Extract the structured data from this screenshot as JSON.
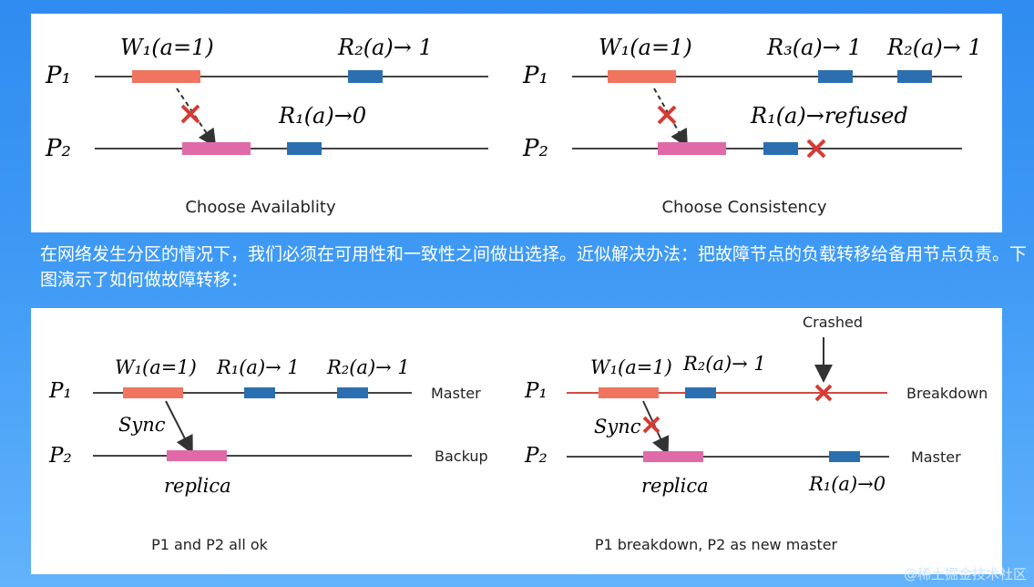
{
  "top": {
    "left": {
      "write": "W₁(a=1)",
      "read_p1": "R₂(a)→ 1",
      "read_p2": "R₁(a)→0",
      "p1": "P₁",
      "p2": "P₂",
      "caption": "Choose Availablity"
    },
    "right": {
      "write": "W₁(a=1)",
      "read3": "R₃(a)→ 1",
      "read2": "R₂(a)→ 1",
      "read_refused": "R₁(a)→refused",
      "p1": "P₁",
      "p2": "P₂",
      "caption": "Choose Consistency"
    }
  },
  "middle_text": "在网络发生分区的情况下，我们必须在可用性和一致性之间做出选择。近似解决办法：把故障节点的负载转移给备用节点负责。下图演示了如何做故障转移：",
  "bottom": {
    "left": {
      "write": "W₁(a=1)",
      "read1": "R₁(a)→ 1",
      "read2": "R₂(a)→ 1",
      "sync": "Sync",
      "replica": "replica",
      "p1": "P₁",
      "p2": "P₂",
      "role_p1": "Master",
      "role_p2": "Backup",
      "caption": "P1 and P2 all ok"
    },
    "right": {
      "write": "W₁(a=1)",
      "read2": "R₂(a)→ 1",
      "sync": "Sync",
      "replica": "replica",
      "read1": "R₁(a)→0",
      "crashed": "Crashed",
      "p1": "P₁",
      "p2": "P₂",
      "role_p1": "Breakdown",
      "role_p2": "Master",
      "caption": "P1 breakdown, P2 as new master"
    }
  },
  "footer_watermark": "@稀土掘金技术社区",
  "colors": {
    "write_bar": "#f07560",
    "read_bar": "#2b6fb0",
    "replica_bar": "#e06aa8",
    "cross": "#d73a35",
    "crashed_line": "#d24a42"
  }
}
